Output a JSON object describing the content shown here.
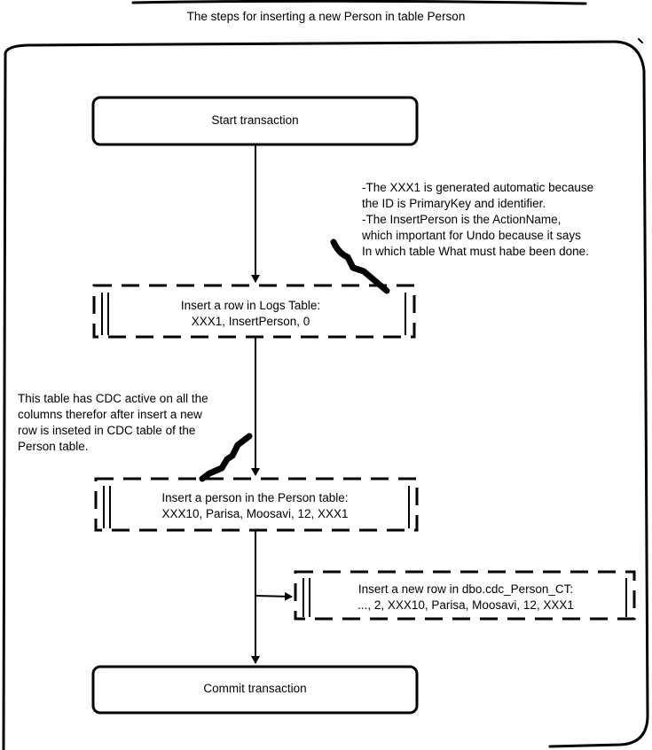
{
  "title": "The steps for inserting a new Person in table Person",
  "steps": {
    "start": "Start transaction",
    "logs": {
      "line1": "Insert a row in Logs Table:",
      "line2": "XXX1, InsertPerson, 0"
    },
    "person": {
      "line1": "Insert a person in the Person table:",
      "line2": "XXX10, Parisa, Moosavi, 12, XXX1"
    },
    "cdc": {
      "line1": "Insert a new row in dbo.cdc_Person_CT:",
      "line2": "..., 2, XXX10, Parisa, Moosavi, 12, XXX1"
    },
    "commit": "Commit transaction"
  },
  "notes": {
    "xxx1": [
      "-The XXX1 is generated automatic because",
      "the ID is PrimaryKey and identifier.",
      "-The InsertPerson is the ActionName,",
      "which important for Undo because it says",
      "In which table What must habe been done."
    ],
    "cdc": [
      "This table has CDC active on all the",
      "columns therefor after insert a new",
      "row is inseted in CDC table of the",
      "Person table."
    ]
  },
  "colors": {
    "stroke": "#000000",
    "background": "#ffffff"
  }
}
